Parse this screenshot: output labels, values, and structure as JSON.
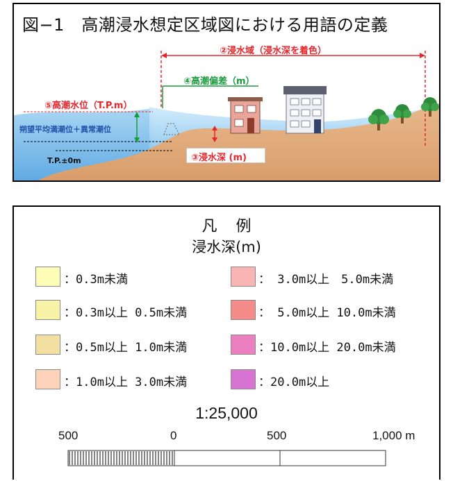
{
  "figure": {
    "title": "図−1　高潮浸水想定区域図における用語の定義",
    "labels": {
      "inundation_area": "②浸水域（浸水深を着色）",
      "storm_surge_deviation": "④高潮偏差（m）",
      "storm_surge_level": "⑤高潮水位（T.P.m）",
      "tide_level": "朔望平均満潮位＋異常潮位",
      "tp_zero": "T.P.±0m",
      "inundation_depth": "③浸水深 (m)"
    }
  },
  "legend": {
    "title": "凡 例",
    "subtitle": "浸水深(m)",
    "items": [
      {
        "label": "：0.3m未満",
        "color": "#fdfdb8"
      },
      {
        "label": "：0.3m以上 0.5m未満",
        "color": "#f7f4a8"
      },
      {
        "label": "：0.5m以上 1.0m未満",
        "color": "#f4dfa2"
      },
      {
        "label": "：1.0m以上 3.0m未満",
        "color": "#fcd3b8"
      },
      {
        "label": "： 3.0m以上　5.0m未満",
        "color": "#f9b5b4"
      },
      {
        "label": "： 5.0m以上 10.0m未満",
        "color": "#f58c8a"
      },
      {
        "label": "：10.0m以上 20.0m未満",
        "color": "#ec7fbf"
      },
      {
        "label": "：20.0m以上",
        "color": "#d774d2"
      }
    ],
    "scale": {
      "ratio": "1:25,000",
      "ticks": [
        "500",
        "0",
        "500",
        "1,000 m"
      ]
    }
  },
  "colors": {
    "red_label": "#e5262c",
    "green_label": "#189a3c",
    "water": "#bfe2f7",
    "ground": "#e2ae7e"
  }
}
